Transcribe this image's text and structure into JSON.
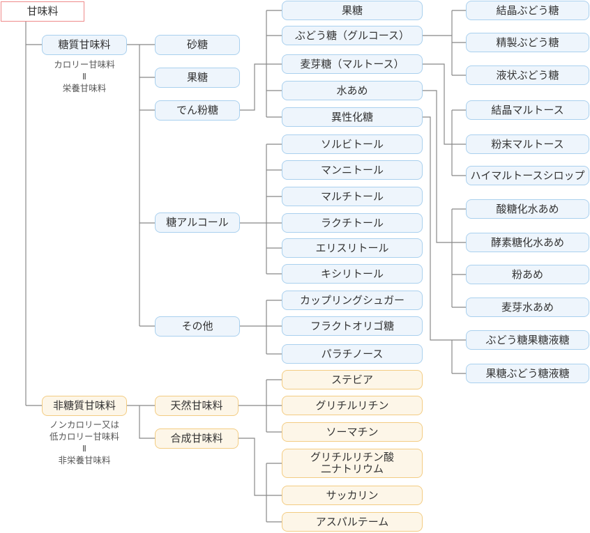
{
  "root": "甘味料",
  "sugar": {
    "label": "糖質甘味料",
    "caption": [
      "カロリー甘味料",
      "Ⅱ",
      "栄養甘味料"
    ],
    "children": {
      "satou": "砂糖",
      "katou": "果糖",
      "denpun": "でん粉糖",
      "alcohol": "糖アルコール",
      "other": "その他"
    },
    "denpun_items": [
      "果糖",
      "ぶどう糖（グルコース）",
      "麦芽糖（マルトース）",
      "水あめ",
      "異性化糖"
    ],
    "budou_items": [
      "結晶ぶどう糖",
      "精製ぶどう糖",
      "液状ぶどう糖"
    ],
    "maltose_items": [
      "結晶マルトース",
      "粉末マルトース",
      "ハイマルトースシロップ"
    ],
    "mizuame_items": [
      "酸糖化水あめ",
      "酵素糖化水あめ",
      "粉あめ",
      "麦芽水あめ"
    ],
    "iseika_items": [
      "ぶどう糖果糖液糖",
      "果糖ぶどう糖液糖"
    ],
    "alcohol_items": [
      "ソルビトール",
      "マンニトール",
      "マルチトール",
      "ラクチトール",
      "エリスリトール",
      "キシリトール"
    ],
    "other_items": [
      "カップリングシュガー",
      "フラクトオリゴ糖",
      "パラチノース"
    ]
  },
  "nonsugar": {
    "label": "非糖質甘味料",
    "caption": [
      "ノンカロリー又は",
      "低カロリー甘味料",
      "Ⅱ",
      "非栄養甘味料"
    ],
    "natural": "天然甘味料",
    "synthetic": "合成甘味料",
    "natural_items": [
      "ステビア",
      "グリチルリチン",
      "ソーマチン"
    ],
    "synthetic_items": [
      [
        "グリチルリチン酸",
        "二ナトリウム"
      ],
      "サッカリン",
      "アスパルテーム"
    ]
  }
}
